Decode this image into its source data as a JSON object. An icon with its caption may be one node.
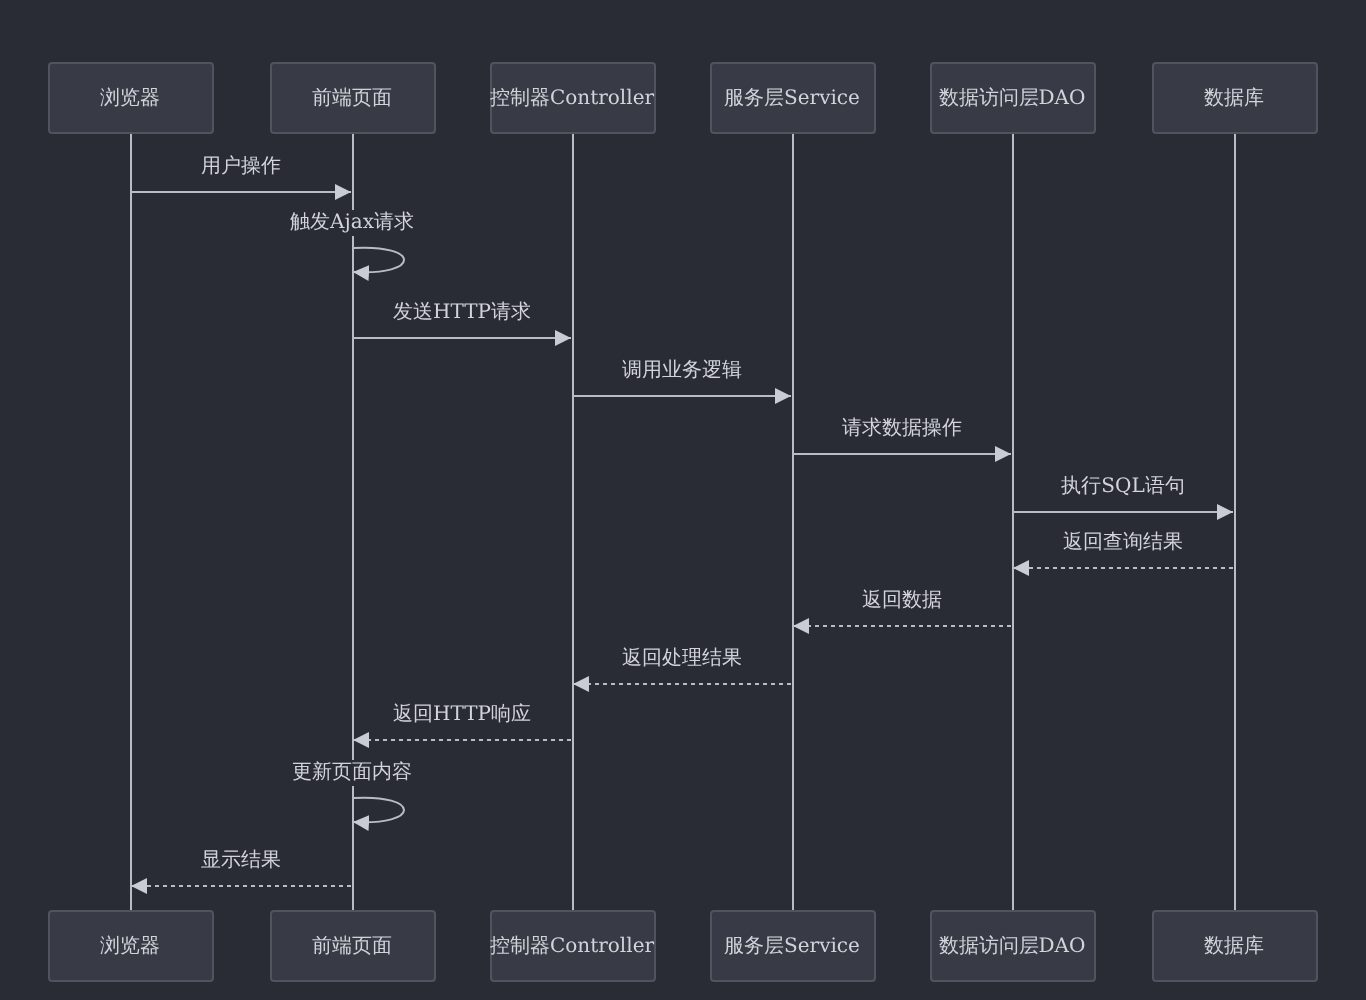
{
  "diagram": {
    "nodes": [
      {
        "text": [
          "浏览器"
        ]
      },
      {
        "text": [
          "前端页面"
        ]
      },
      {
        "text": [
          "控制器Controller"
        ]
      },
      {
        "text": [
          "服务层Service"
        ]
      },
      {
        "text": [
          "数据访问层DAO"
        ]
      },
      {
        "text": [
          "数据库"
        ]
      },
      {
        "text": [],
        "shape": "bar"
      },
      {
        "text": [],
        "shape": "bar"
      },
      {
        "text": [],
        "shape": "bar"
      },
      {
        "text": [],
        "shape": "bar"
      },
      {
        "text": [],
        "shape": "bar"
      },
      {
        "text": [],
        "shape": "bar"
      },
      {
        "text": [
          "浏览器"
        ]
      },
      {
        "text": [
          "前端页面"
        ]
      },
      {
        "text": [
          "控制器Controller"
        ]
      },
      {
        "text": [
          "服务层Service"
        ]
      },
      {
        "text": [
          "数据访问层DAO"
        ]
      },
      {
        "text": [
          "数据库"
        ]
      }
    ],
    "edges": [
      {
        "from": 6,
        "to": 7,
        "arrow": "to",
        "label": "用户操作"
      },
      {
        "from": 7,
        "to": 7,
        "arrow": "to",
        "label": "触发Ajax请求"
      },
      {
        "from": 7,
        "to": 8,
        "arrow": "to",
        "label": "发送HTTP请求"
      },
      {
        "from": 8,
        "to": 9,
        "arrow": "to",
        "label": "调用业务逻辑"
      },
      {
        "from": 9,
        "to": 10,
        "arrow": "to",
        "label": "请求数据操作"
      },
      {
        "from": 10,
        "to": 11,
        "arrow": "to",
        "label": "执行SQL语句"
      },
      {
        "from": 11,
        "to": 10,
        "arrow": "to",
        "label": "返回查询结果",
        "style": "dashed"
      },
      {
        "from": 10,
        "to": 9,
        "arrow": "to",
        "label": "返回数据",
        "style": "dashed"
      },
      {
        "from": 9,
        "to": 8,
        "arrow": "to",
        "label": "返回处理结果",
        "style": "dashed"
      },
      {
        "from": 8,
        "to": 7,
        "arrow": "to",
        "label": "返回HTTP响应",
        "style": "dashed"
      },
      {
        "from": 7,
        "to": 7,
        "arrow": "to",
        "label": "更新页面内容"
      },
      {
        "from": 7,
        "to": 6,
        "arrow": "to",
        "label": "显示结果",
        "style": "dashed"
      }
    ]
  }
}
